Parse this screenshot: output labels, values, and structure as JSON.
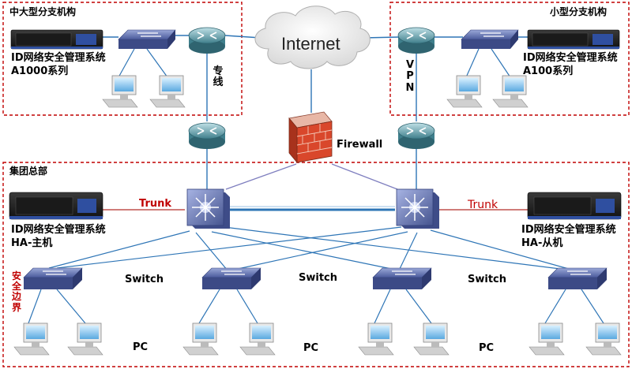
{
  "regions": {
    "medium_branch": "中大型分支机构",
    "small_branch": "小型分支机构",
    "hq": "集团总部",
    "security_boundary": "安全边界"
  },
  "devices": {
    "a1000_line1": "ID网络安全管理系统",
    "a1000_line2": "A1000系列",
    "a100_line1": "ID网络安全管理系统",
    "a100_line2": "A100系列",
    "ha_master_line1": "ID网络安全管理系统",
    "ha_master_line2": "HA-主机",
    "ha_slave_line1": "ID网络安全管理系统",
    "ha_slave_line2": "HA-从机",
    "internet": "Internet",
    "firewall": "Firewall"
  },
  "links": {
    "leased_line": "专线",
    "vpn": "VPN",
    "trunk_left": "Trunk",
    "trunk_right": "Trunk"
  },
  "switch_label": "Switch",
  "pc_label": "PC",
  "colors": {
    "boundary_red": "#c00000",
    "link_blue": "#2e75b6",
    "trunk_red": "#c0504d",
    "mesh_purple": "#7f7fbf"
  }
}
